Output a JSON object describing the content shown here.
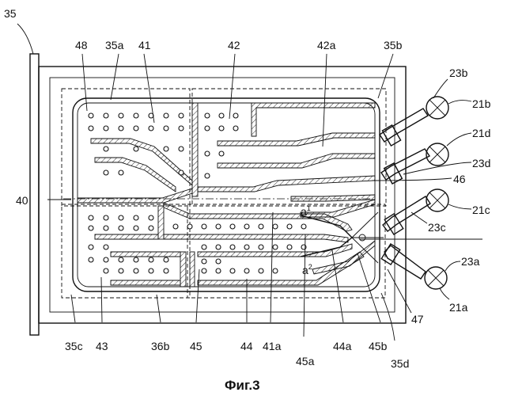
{
  "caption": "Фиг.3",
  "labels": {
    "l35": "35",
    "l35a": "35a",
    "l35b": "35b",
    "l35c": "35c",
    "l35d": "35d",
    "l36b": "36b",
    "l40": "40",
    "l41": "41",
    "l41a": "41a",
    "l42": "42",
    "l42a": "42a",
    "l43": "43",
    "l44": "44",
    "l44a": "44a",
    "l45": "45",
    "l45a": "45a",
    "l45b": "45b",
    "l46": "46",
    "l47": "47",
    "l48": "48",
    "l21a": "21a",
    "l21b": "21b",
    "l21c": "21c",
    "l21d": "21d",
    "l23a": "23a",
    "l23b": "23b",
    "l23c": "23c",
    "l23d": "23d",
    "a1_main": "a",
    "a1_sub": "1",
    "a2_main": "a",
    "a2_sub": "2"
  }
}
